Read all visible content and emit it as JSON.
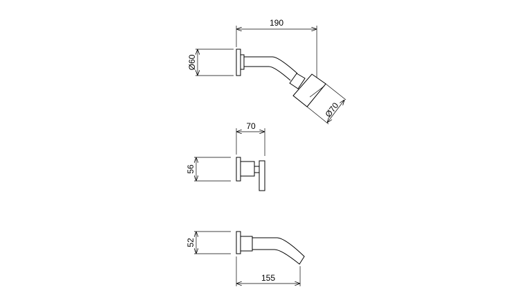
{
  "shower_head": {
    "width_label": "190",
    "plate_diameter_label": "Ø60",
    "head_diameter_label": "Ø70"
  },
  "valve": {
    "depth_label": "70",
    "height_label": "56"
  },
  "spout": {
    "height_label": "52",
    "length_label": "155"
  }
}
